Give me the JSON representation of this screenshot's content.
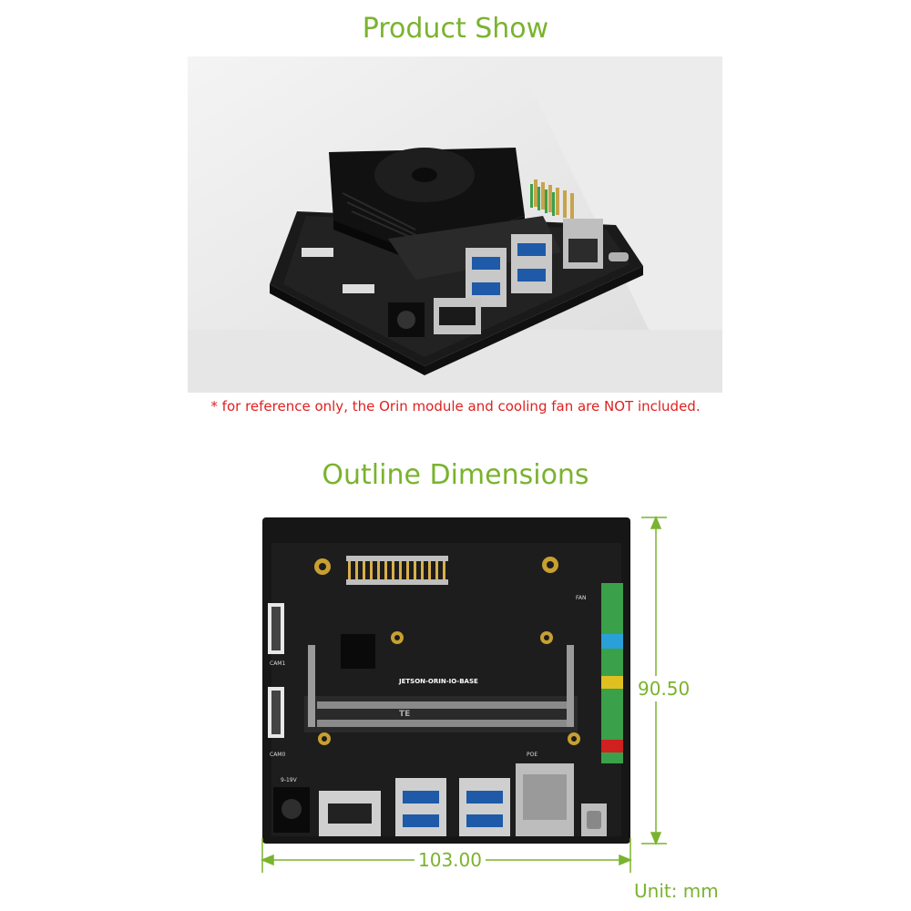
{
  "titles": {
    "product_show": "Product Show",
    "outline_dimensions": "Outline Dimensions"
  },
  "note": "* for reference only, the Orin module and cooling fan are NOT included.",
  "dimensions": {
    "height": "90.50",
    "width": "103.00",
    "unit": "Unit: mm"
  },
  "board_labels": {
    "name": "JETSON-ORIN-IO-BASE",
    "cam1": "CAM1",
    "cam0": "CAM0",
    "power": "9-19V",
    "poe": "POE",
    "fan": "FAN",
    "te": "TE"
  },
  "colors": {
    "accent_green": "#7ab32e",
    "note_red": "#e02020",
    "board": "#161616"
  }
}
